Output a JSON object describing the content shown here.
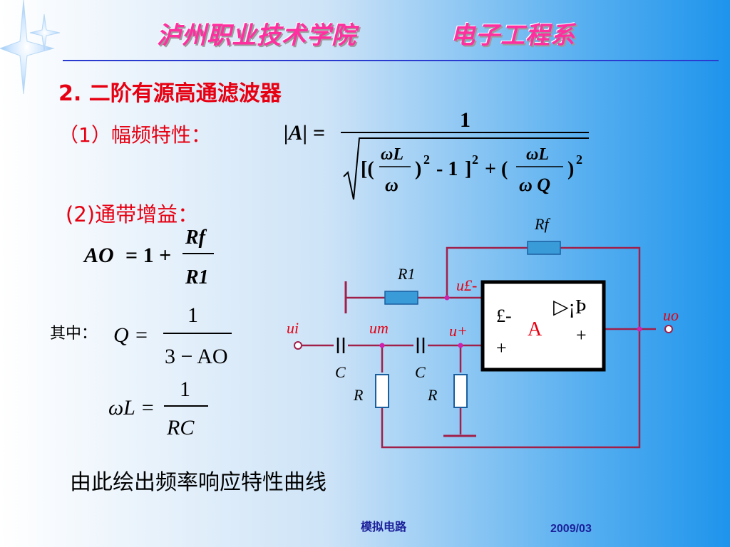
{
  "header": {
    "school": "泸州职业技术学院",
    "department": "电子工程系"
  },
  "section_title": "2. 二阶有源高通滤波器",
  "items": {
    "amplitude_label": "（1）幅频特性：",
    "passband_label": "(2)通带增益：",
    "where_label": "其中：",
    "conclusion": "由此绘出频率响应特性曲线"
  },
  "formulas": {
    "amp_lhs": "|A| =",
    "amp_numerator": "1",
    "term_omega_L": "ωL",
    "term_omega": "ω",
    "term_omega_Q": "ω Q",
    "one_minus": "- 1",
    "square": "2",
    "gain_lhs": "AO",
    "gain_rhs": "= 1 +",
    "gain_num": "Rf",
    "gain_den": "R1",
    "q_lhs": "Q =",
    "q_num": "1",
    "q_den": "3 − AO",
    "wl_lhs": "ωL =",
    "wl_num": "1",
    "wl_den": "RC"
  },
  "circuit": {
    "rf": "Rf",
    "r1": "R1",
    "u_minus": "u£-",
    "u_i": "ui",
    "u_m": "um",
    "u_plus": "u+",
    "u_o": "uo",
    "c1": "C",
    "c2": "C",
    "r_a": "R",
    "r_b": "R",
    "opamp_minus": "£-",
    "opamp_plus": "+",
    "opamp_symbol": "▷¡Þ",
    "opamp_A": "A",
    "opamp_out_plus": "+",
    "wire_color": "#a0204a",
    "component_color": "#3a9bd9"
  },
  "footer": {
    "course": "模拟电路",
    "date": "2009/03"
  }
}
